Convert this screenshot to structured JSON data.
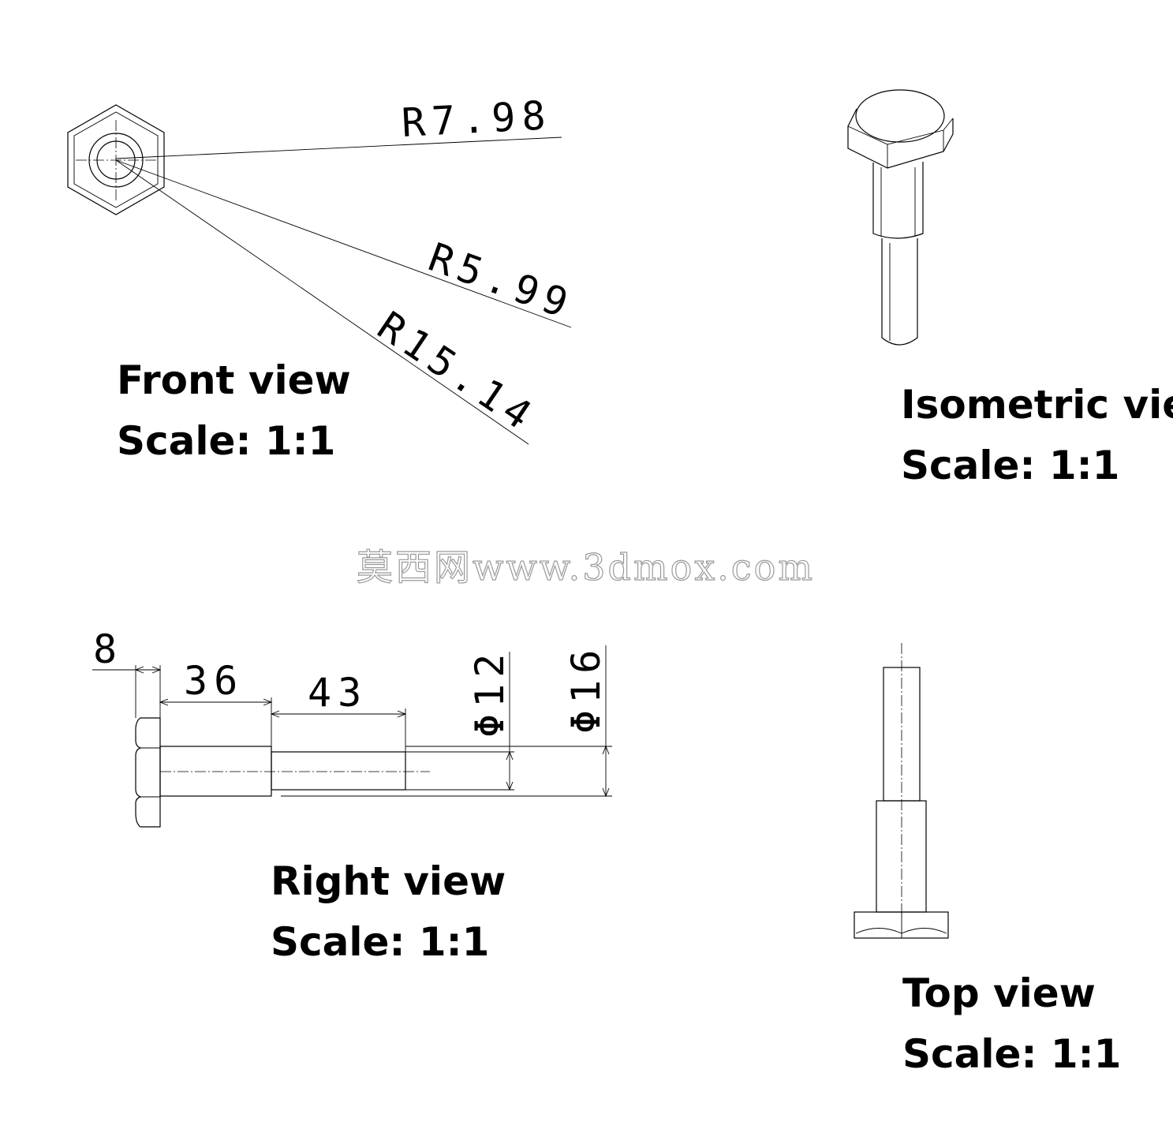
{
  "views": {
    "front": {
      "title": "Front view",
      "scale": "Scale:  1:1"
    },
    "isometric": {
      "title": "Isometric view",
      "scale": "Scale:  1:1"
    },
    "right": {
      "title": "Right view",
      "scale": "Scale:  1:1"
    },
    "top": {
      "title": "Top view",
      "scale": "Scale:  1:1"
    }
  },
  "dimensions": {
    "r_outer": "R7.98",
    "r_inner": "R5.99",
    "r_large": "R15.14",
    "head_thickness": "8",
    "shank_length": "36",
    "thread_length": "43",
    "dia_thread": "Φ12",
    "dia_shank": "Φ16"
  },
  "watermark": "莫西网www.3dmox.com"
}
